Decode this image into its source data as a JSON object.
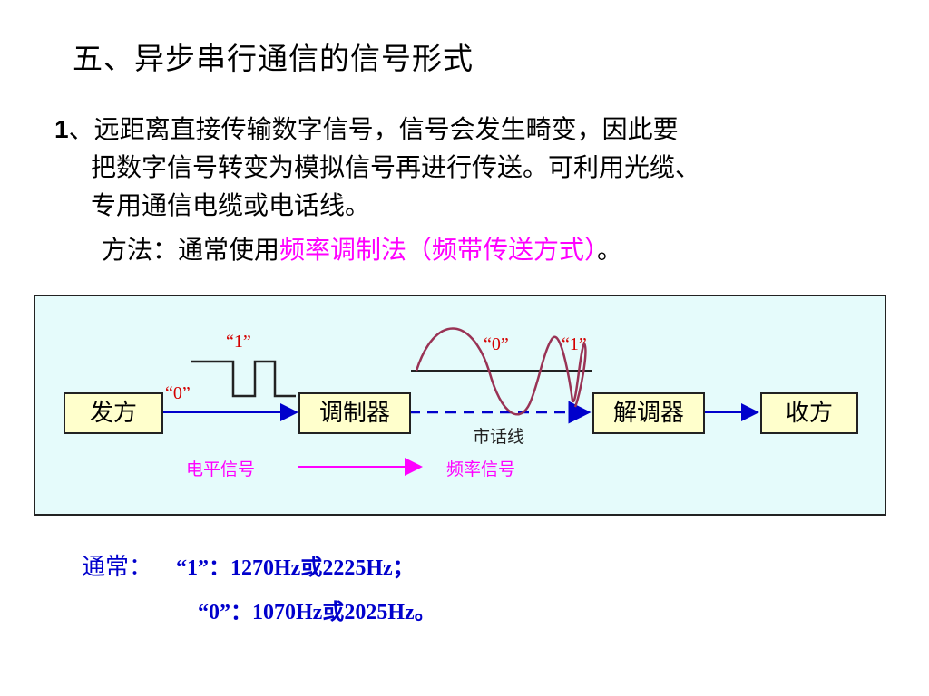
{
  "title": "五、异步串行通信的信号形式",
  "paragraph": {
    "number": "1",
    "line1_rest": "、远距离直接传输数字信号，信号会发生畸变，因此要",
    "line2": "把数字信号转变为模拟信号再进行传送。可利用光缆、",
    "line3": "专用通信电缆或电话线。"
  },
  "method": {
    "prefix": "方法：通常使用",
    "highlight": "频率调制法（频带传送方式）",
    "suffix": "。"
  },
  "diagram": {
    "boxes": {
      "sender": "发方",
      "modulator": "调制器",
      "demodulator": "解调器",
      "receiver": "收方"
    },
    "labels": {
      "bit_one_left": "“1”",
      "bit_zero_left": "“0”",
      "bit_zero_right": "“0”",
      "bit_one_right": "“1”",
      "phone_line": "市话线",
      "level_signal": "电平信号",
      "frequency_signal": "频率信号"
    },
    "colors": {
      "background": "#e5fbfb",
      "box_fill": "#ffffcc",
      "arrow_blue": "#0000cc",
      "label_red": "#d40000",
      "wave": "#993355",
      "magenta": "#ff00ff"
    }
  },
  "notes": {
    "label": "通常：",
    "row1": "“1”：1270Hz或2225Hz；",
    "row2": "“0”：1070Hz或2025Hz。"
  }
}
